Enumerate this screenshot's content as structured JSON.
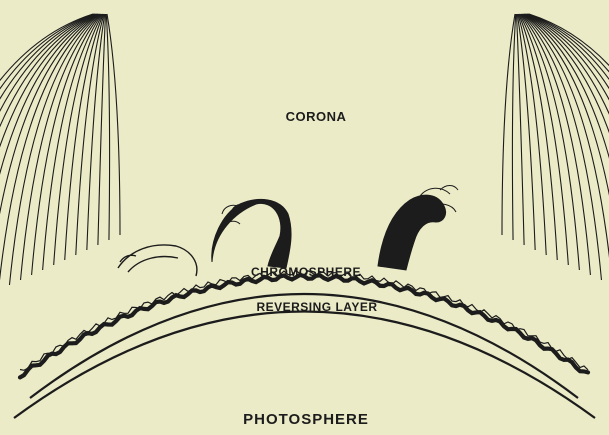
{
  "labels": {
    "corona": "CORONA",
    "chromosphere": "CHROMOSPHERE",
    "reversing_layer": "REVERSING LAYER",
    "photosphere": "PHOTOSPHERE"
  },
  "colors": {
    "background": "#ecebc8",
    "ink": "#1c1c1c"
  }
}
